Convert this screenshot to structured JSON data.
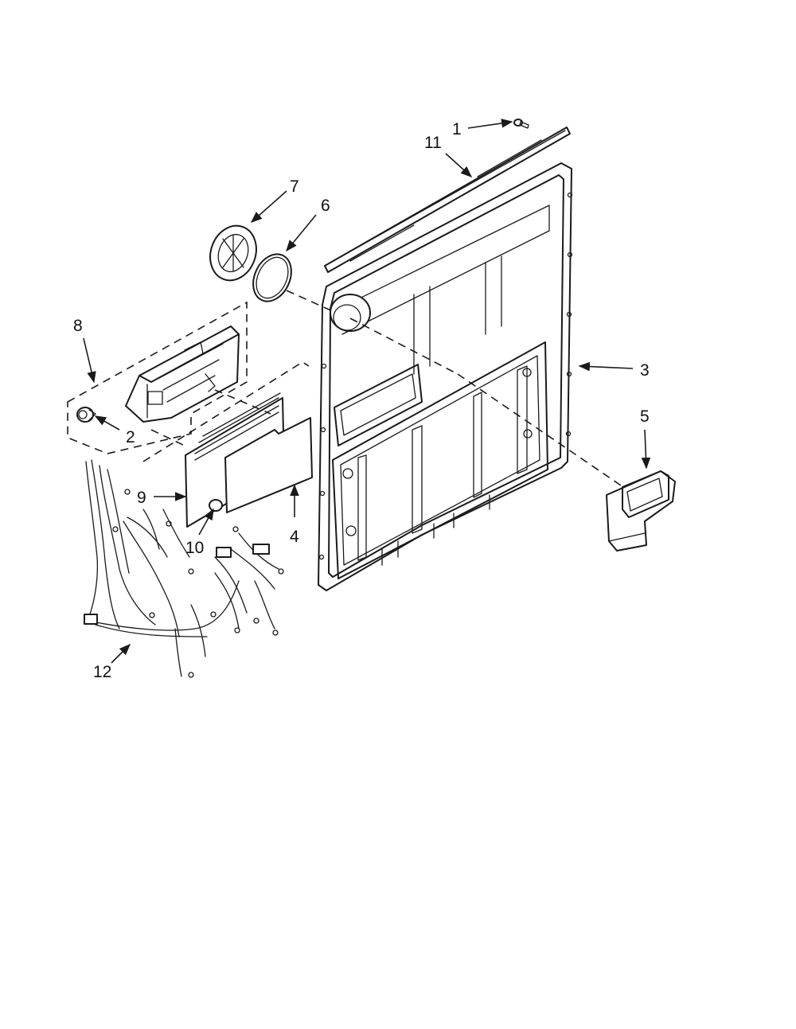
{
  "diagram": {
    "callouts": [
      {
        "id": "1",
        "label": "1"
      },
      {
        "id": "2",
        "label": "2"
      },
      {
        "id": "3",
        "label": "3"
      },
      {
        "id": "4",
        "label": "4"
      },
      {
        "id": "5",
        "label": "5"
      },
      {
        "id": "6",
        "label": "6"
      },
      {
        "id": "7",
        "label": "7"
      },
      {
        "id": "8",
        "label": "8"
      },
      {
        "id": "9",
        "label": "9"
      },
      {
        "id": "10",
        "label": "10"
      },
      {
        "id": "11",
        "label": "11"
      },
      {
        "id": "12",
        "label": "12"
      }
    ],
    "colors": {
      "ink": "#1a1a1a",
      "background": "#ffffff"
    }
  }
}
